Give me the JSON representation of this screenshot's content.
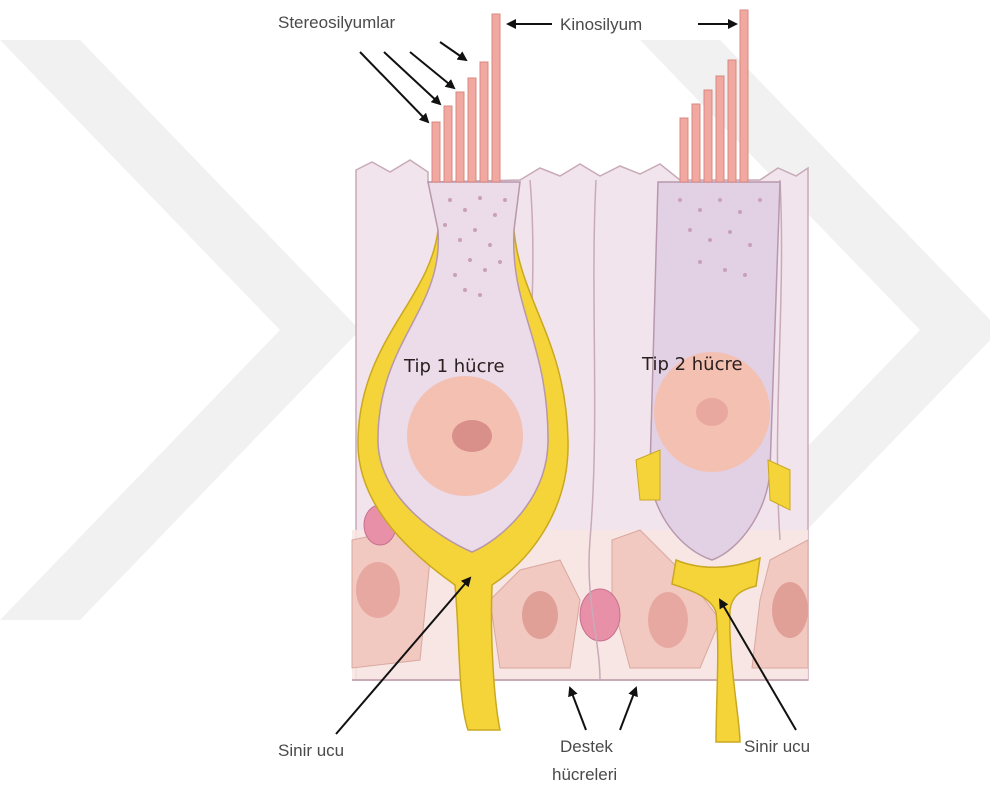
{
  "labels": {
    "stereocilia": "Stereosilyumlar",
    "kinocilium": "Kinosilyum",
    "type1_cell": "Tip 1 hücre",
    "type2_cell": "Tip 2 hücre",
    "nerve_ending_left": "Sinir ucu",
    "nerve_ending_right": "Sinir ucu",
    "support_cells_line1": "Destek",
    "support_cells_line2": "hücreleri"
  },
  "colors": {
    "epithelium": "#f2e4ec",
    "cell_outline": "#c8aab8",
    "nucleus_outer": "#f3c0b2",
    "nucleus_inner": "#d98f8a",
    "nerve_calyx": "#f5d43a",
    "support_cell": "#f2c9c0",
    "hair_bundle": "#f0a8a0",
    "watermark": "#eeeeee"
  }
}
